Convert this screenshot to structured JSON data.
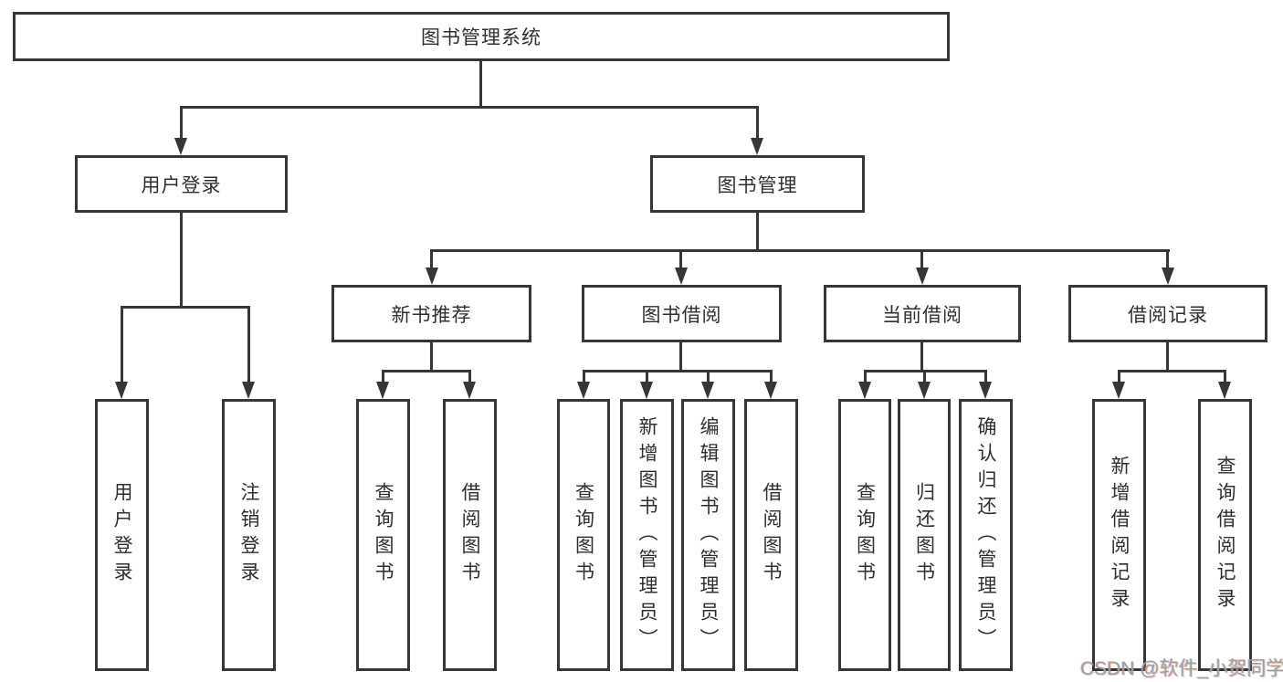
{
  "diagram_title": "图书管理系统",
  "colors": {
    "background": "#ffffff",
    "line": "#363636",
    "text": "#2f2f2f",
    "watermark": "#9f9f9f"
  },
  "tree": {
    "label": "图书管理系统",
    "children": [
      {
        "label": "用户登录",
        "children": [
          {
            "label": "用户登录"
          },
          {
            "label": "注销登录"
          }
        ]
      },
      {
        "label": "图书管理",
        "children": [
          {
            "label": "新书推荐",
            "children": [
              {
                "label": "查询图书"
              },
              {
                "label": "借阅图书"
              }
            ]
          },
          {
            "label": "图书借阅",
            "children": [
              {
                "label": "查询图书"
              },
              {
                "label": "新增图书（管理员）"
              },
              {
                "label": "编辑图书（管理员）"
              },
              {
                "label": "借阅图书"
              }
            ]
          },
          {
            "label": "当前借阅",
            "children": [
              {
                "label": "查询图书"
              },
              {
                "label": "归还图书"
              },
              {
                "label": "确认归还（管理员）"
              }
            ]
          },
          {
            "label": "借阅记录",
            "children": [
              {
                "label": "新增借阅记录"
              },
              {
                "label": "查询借阅记录"
              }
            ]
          }
        ]
      }
    ]
  },
  "watermark": {
    "text": "CSDN @软件_小贺同学"
  }
}
